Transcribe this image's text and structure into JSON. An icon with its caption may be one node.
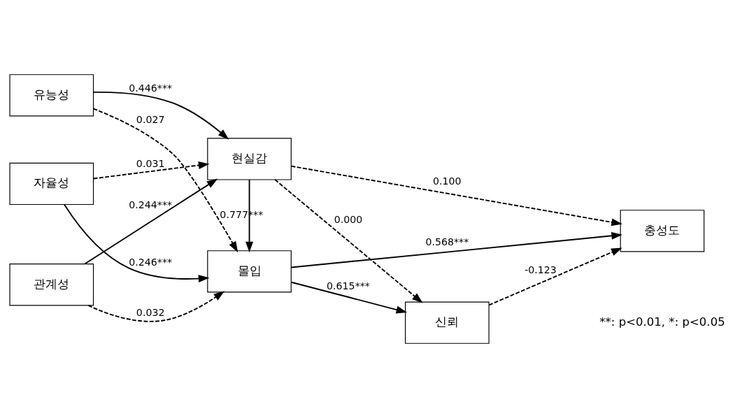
{
  "diagram": {
    "nodes": [
      {
        "text": [
          "자율성"
        ]
      },
      {
        "text": [
          "유능성"
        ]
      },
      {
        "text": [
          "관계성"
        ]
      },
      {
        "text": [
          "현실감"
        ]
      },
      {
        "text": [
          "몰입"
        ]
      },
      {
        "text": [
          "신뢰"
        ]
      },
      {
        "text": [
          "충성도"
        ]
      }
    ],
    "edges": [
      {
        "from": 0,
        "to": 3,
        "arrow": "to",
        "label": "0.031",
        "style": "dashed"
      },
      {
        "from": 0,
        "to": 4,
        "arrow": "to",
        "label": "0.246***"
      },
      {
        "from": 1,
        "to": 3,
        "arrow": "to",
        "label": "0.446***"
      },
      {
        "from": 1,
        "to": 4,
        "arrow": "to",
        "label": "0.027",
        "style": "dashed"
      },
      {
        "from": 2,
        "to": 3,
        "arrow": "to",
        "label": "0.244***"
      },
      {
        "from": 2,
        "to": 4,
        "arrow": "to",
        "label": "0.032",
        "style": "dashed"
      },
      {
        "from": 3,
        "to": 4,
        "arrow": "to",
        "label": "0.777***"
      },
      {
        "from": 3,
        "to": 5,
        "arrow": "to",
        "label": "0.000",
        "style": "dashed"
      },
      {
        "from": 3,
        "to": 6,
        "arrow": "to",
        "label": "0.100",
        "style": "dashed"
      },
      {
        "from": 5,
        "to": 6,
        "arrow": "to",
        "label": "-0.123",
        "style": "dashed"
      },
      {
        "from": 4,
        "to": 5,
        "arrow": "to",
        "label": "0.615***"
      },
      {
        "from": 4,
        "to": 6,
        "arrow": "to",
        "label": "0.568***"
      }
    ],
    "labels": [
      "**: p<0.01, *: p<0.05"
    ]
  }
}
